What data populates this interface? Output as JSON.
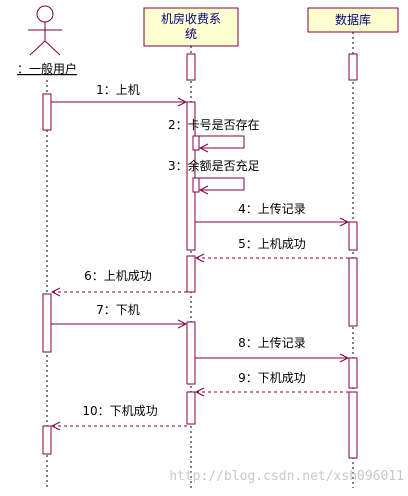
{
  "colors": {
    "line": "#800040",
    "object_fill": "#fffed0",
    "activation_fill": "#ffffff",
    "header_text": "#000080",
    "watermark": "#c8c8c8"
  },
  "actor": {
    "icon": "stick-figure-icon",
    "name": "：一般用户"
  },
  "lifelines": [
    {
      "id": "system",
      "title_line1": "机房收费系",
      "title_line2": "统"
    },
    {
      "id": "database",
      "title_line1": "数据库"
    }
  ],
  "messages": [
    {
      "label": "1：上机",
      "kind": "sync"
    },
    {
      "label": "2：卡号是否存在",
      "kind": "self"
    },
    {
      "label": "3：余额是否充足",
      "kind": "self"
    },
    {
      "label": "4：上传记录",
      "kind": "sync"
    },
    {
      "label": "5：上机成功",
      "kind": "return"
    },
    {
      "label": "6：上机成功",
      "kind": "return"
    },
    {
      "label": "7：下机",
      "kind": "sync"
    },
    {
      "label": "8：上传记录",
      "kind": "sync"
    },
    {
      "label": "9：下机成功",
      "kind": "return"
    },
    {
      "label": "10：下机成功",
      "kind": "return"
    }
  ],
  "watermark": "http://blog.csdn.net/xsh096011"
}
